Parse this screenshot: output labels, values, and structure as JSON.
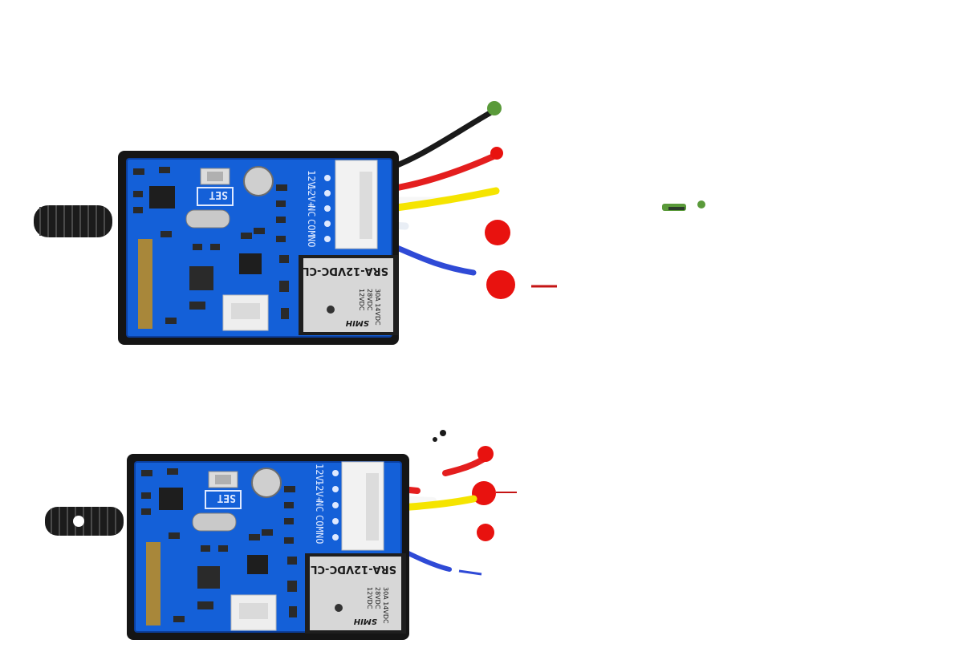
{
  "colors": {
    "pcb": "#1460d8",
    "pcb_dark": "#0b3f9e",
    "case": "#151515",
    "relay": "#1e1e1e",
    "connector": "#f2f2f2",
    "wire_black": "#1a1a1a",
    "wire_red": "#e41e1e",
    "wire_white": "#f7f7f7",
    "wire_yellow": "#f5e400",
    "wire_blue": "#2f4ad6",
    "dot_red": "#e8120f",
    "dot_green": "#5a9a3a"
  },
  "modules": [
    {
      "set_label": "SET",
      "pin_labels": [
        "12V-",
        "12V+",
        "NC",
        "COM",
        "NO"
      ],
      "relay_model": "SRA-12VDC-CL",
      "relay_spec_1": "30A 14VDC",
      "relay_spec_2": "28VDC",
      "relay_spec_3": "12VDC",
      "relay_brand": "SMIH"
    },
    {
      "set_label": "SET",
      "pin_labels": [
        "12V-",
        "12V+",
        "NC",
        "COM",
        "NO"
      ],
      "relay_model": "SRA-12VDC-CL",
      "relay_spec_1": "30A 14VDC",
      "relay_spec_2": "28VDC",
      "relay_spec_3": "12VDC",
      "relay_brand": "SMIH"
    }
  ]
}
